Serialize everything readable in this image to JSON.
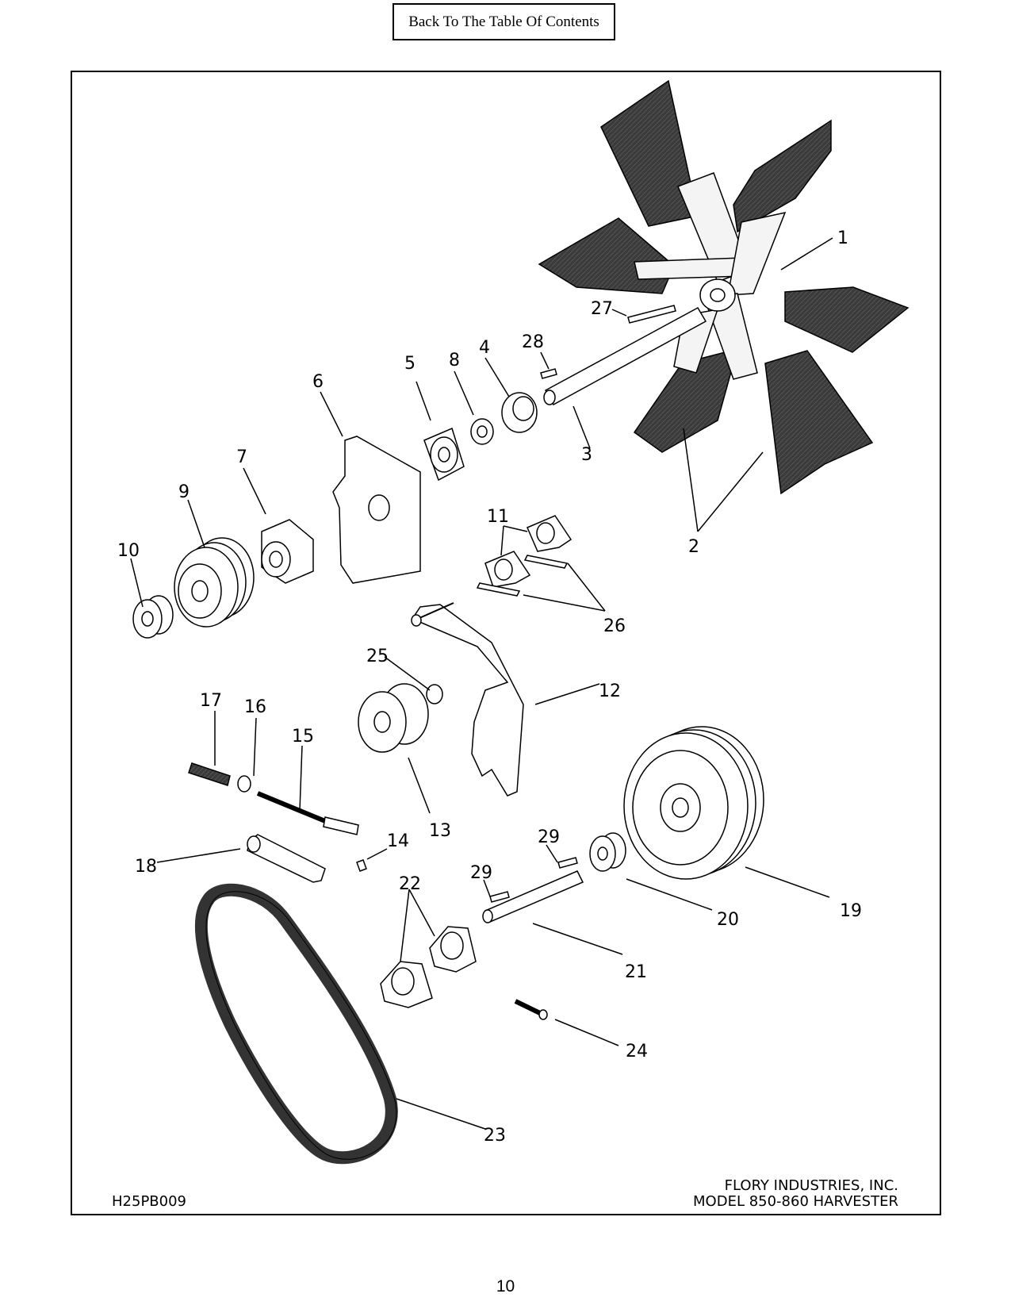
{
  "nav": {
    "back_label": "Back To The Table Of Contents"
  },
  "drawing": {
    "id": "H25PB009",
    "company": "FLORY INDUSTRIES, INC.",
    "model": "MODEL 850-860 HARVESTER",
    "callouts": {
      "c1": "1",
      "c2": "2",
      "c3": "3",
      "c4": "4",
      "c5": "5",
      "c6": "6",
      "c7": "7",
      "c8": "8",
      "c9": "9",
      "c10": "10",
      "c11": "11",
      "c12": "12",
      "c13": "13",
      "c14": "14",
      "c15": "15",
      "c16": "16",
      "c17": "17",
      "c18": "18",
      "c19": "19",
      "c20": "20",
      "c21": "21",
      "c22": "22",
      "c23": "23",
      "c24": "24",
      "c25": "25",
      "c26": "26",
      "c27": "27",
      "c28": "28",
      "c29a": "29",
      "c29b": "29"
    }
  },
  "page": {
    "number": "10"
  }
}
